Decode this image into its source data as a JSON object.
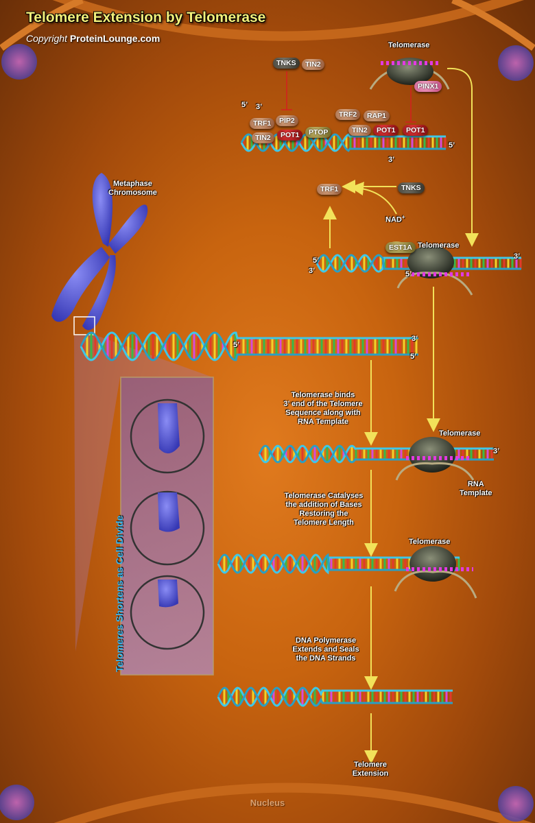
{
  "title": "Telomere Extension by Telomerase",
  "copyright": {
    "word": "Copyright",
    "site": "ProteinLounge.com"
  },
  "footer": "Nucleus",
  "side_caption": "Telomeres Shortens as Cell Divide",
  "labels": {
    "metaphase": [
      "Metaphase",
      "Chromosome"
    ],
    "telomerase": "Telomerase",
    "rna_template": [
      "RNA",
      "Template"
    ],
    "nad": "NAD",
    "nad_sup": "+",
    "five_prime": "5’",
    "three_prime": "3’"
  },
  "proteins": {
    "tnks": "TNKS",
    "tin2": "TIN2",
    "pip2": "PIP2",
    "trf1": "TRF1",
    "pot1": "POT1",
    "ptop": "PTOP",
    "trf2": "TRF2",
    "rap1": "RAP1",
    "pinx1": "PINX1",
    "est1a": "EST1A"
  },
  "steps": {
    "binds": [
      "Telomerase binds",
      "3’ end of the Telomere",
      "Sequence along with",
      "RNA Template"
    ],
    "catalyses": [
      "Telomerase Catalyses",
      "the addition of Bases",
      "Restoring the",
      "Telomere Length"
    ],
    "polymerase": [
      "DNA Polymerase",
      "Extends and Seals",
      "the DNA Strands"
    ],
    "extension": [
      "Telomere",
      "Extension"
    ]
  },
  "colors": {
    "arrow": "#f2e25a",
    "inhibit": "#d42020",
    "helix": "#3fc7e8",
    "title": "#f3ef7a",
    "caption": "#38b6f0"
  }
}
